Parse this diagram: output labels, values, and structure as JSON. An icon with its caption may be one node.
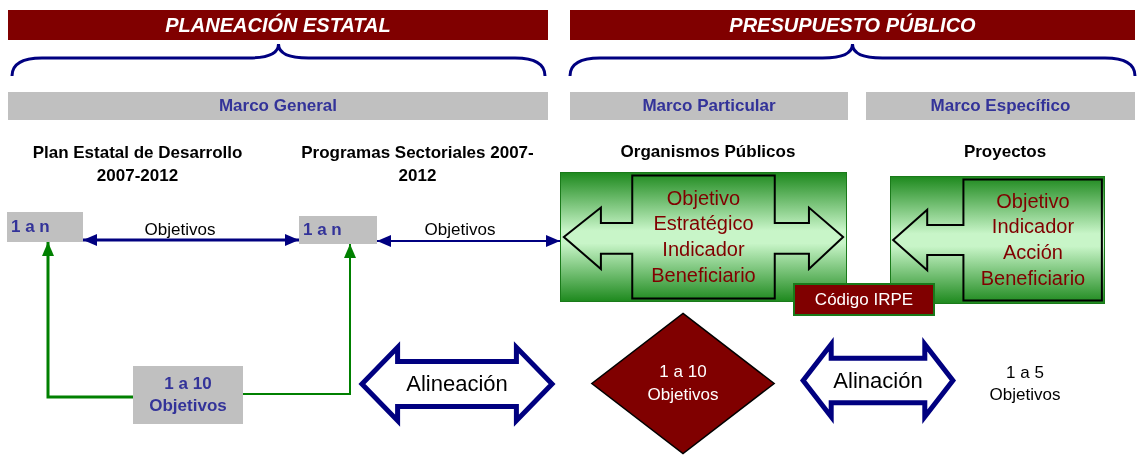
{
  "diagram": {
    "nodes": [
      {
        "text": [
          "PLANEACIÓN ESTATAL"
        ]
      },
      {
        "text": [
          "PRESUPUESTO PÚBLICO"
        ]
      },
      {
        "text": [
          "Marco General"
        ]
      },
      {
        "text": [
          "Marco Particular"
        ]
      },
      {
        "text": [
          "Marco Específico"
        ]
      },
      {
        "text": [
          "1 a n"
        ]
      },
      {
        "text": [
          "1 a n"
        ]
      },
      {
        "text": [
          "Objetivo Estratégico Indicador Beneficiario"
        ]
      },
      {
        "text": [
          "Objetivo Indicador Acción Beneficiario"
        ]
      },
      {
        "text": [
          "Código IRPE"
        ]
      },
      {
        "text": [
          "1 a 10 Objetivos"
        ]
      },
      {
        "text": [
          "Alineación"
        ]
      },
      {
        "text": [
          "1 a 10 Objetivos"
        ]
      },
      {
        "text": [
          "Alinación"
        ]
      },
      {
        "text": [
          "1 a 5 Objetivos"
        ]
      }
    ],
    "edges": [
      {
        "from": 5,
        "to": 6,
        "arrow": "both",
        "label": "Objetivos",
        "color": "#000080"
      },
      {
        "from": 6,
        "to": 7,
        "arrow": "both",
        "label": "Objetivos",
        "color": "#000080"
      },
      {
        "from": 10,
        "to": 5,
        "arrow": "to",
        "color": "#008000"
      },
      {
        "from": 10,
        "to": 6,
        "arrow": "to",
        "color": "#008000"
      }
    ],
    "labels": [
      "Plan Estatal de Desarrollo 2007-2012",
      "Programas Sectoriales 2007-2012",
      "Organismos Públicos",
      "Proyectos"
    ]
  }
}
